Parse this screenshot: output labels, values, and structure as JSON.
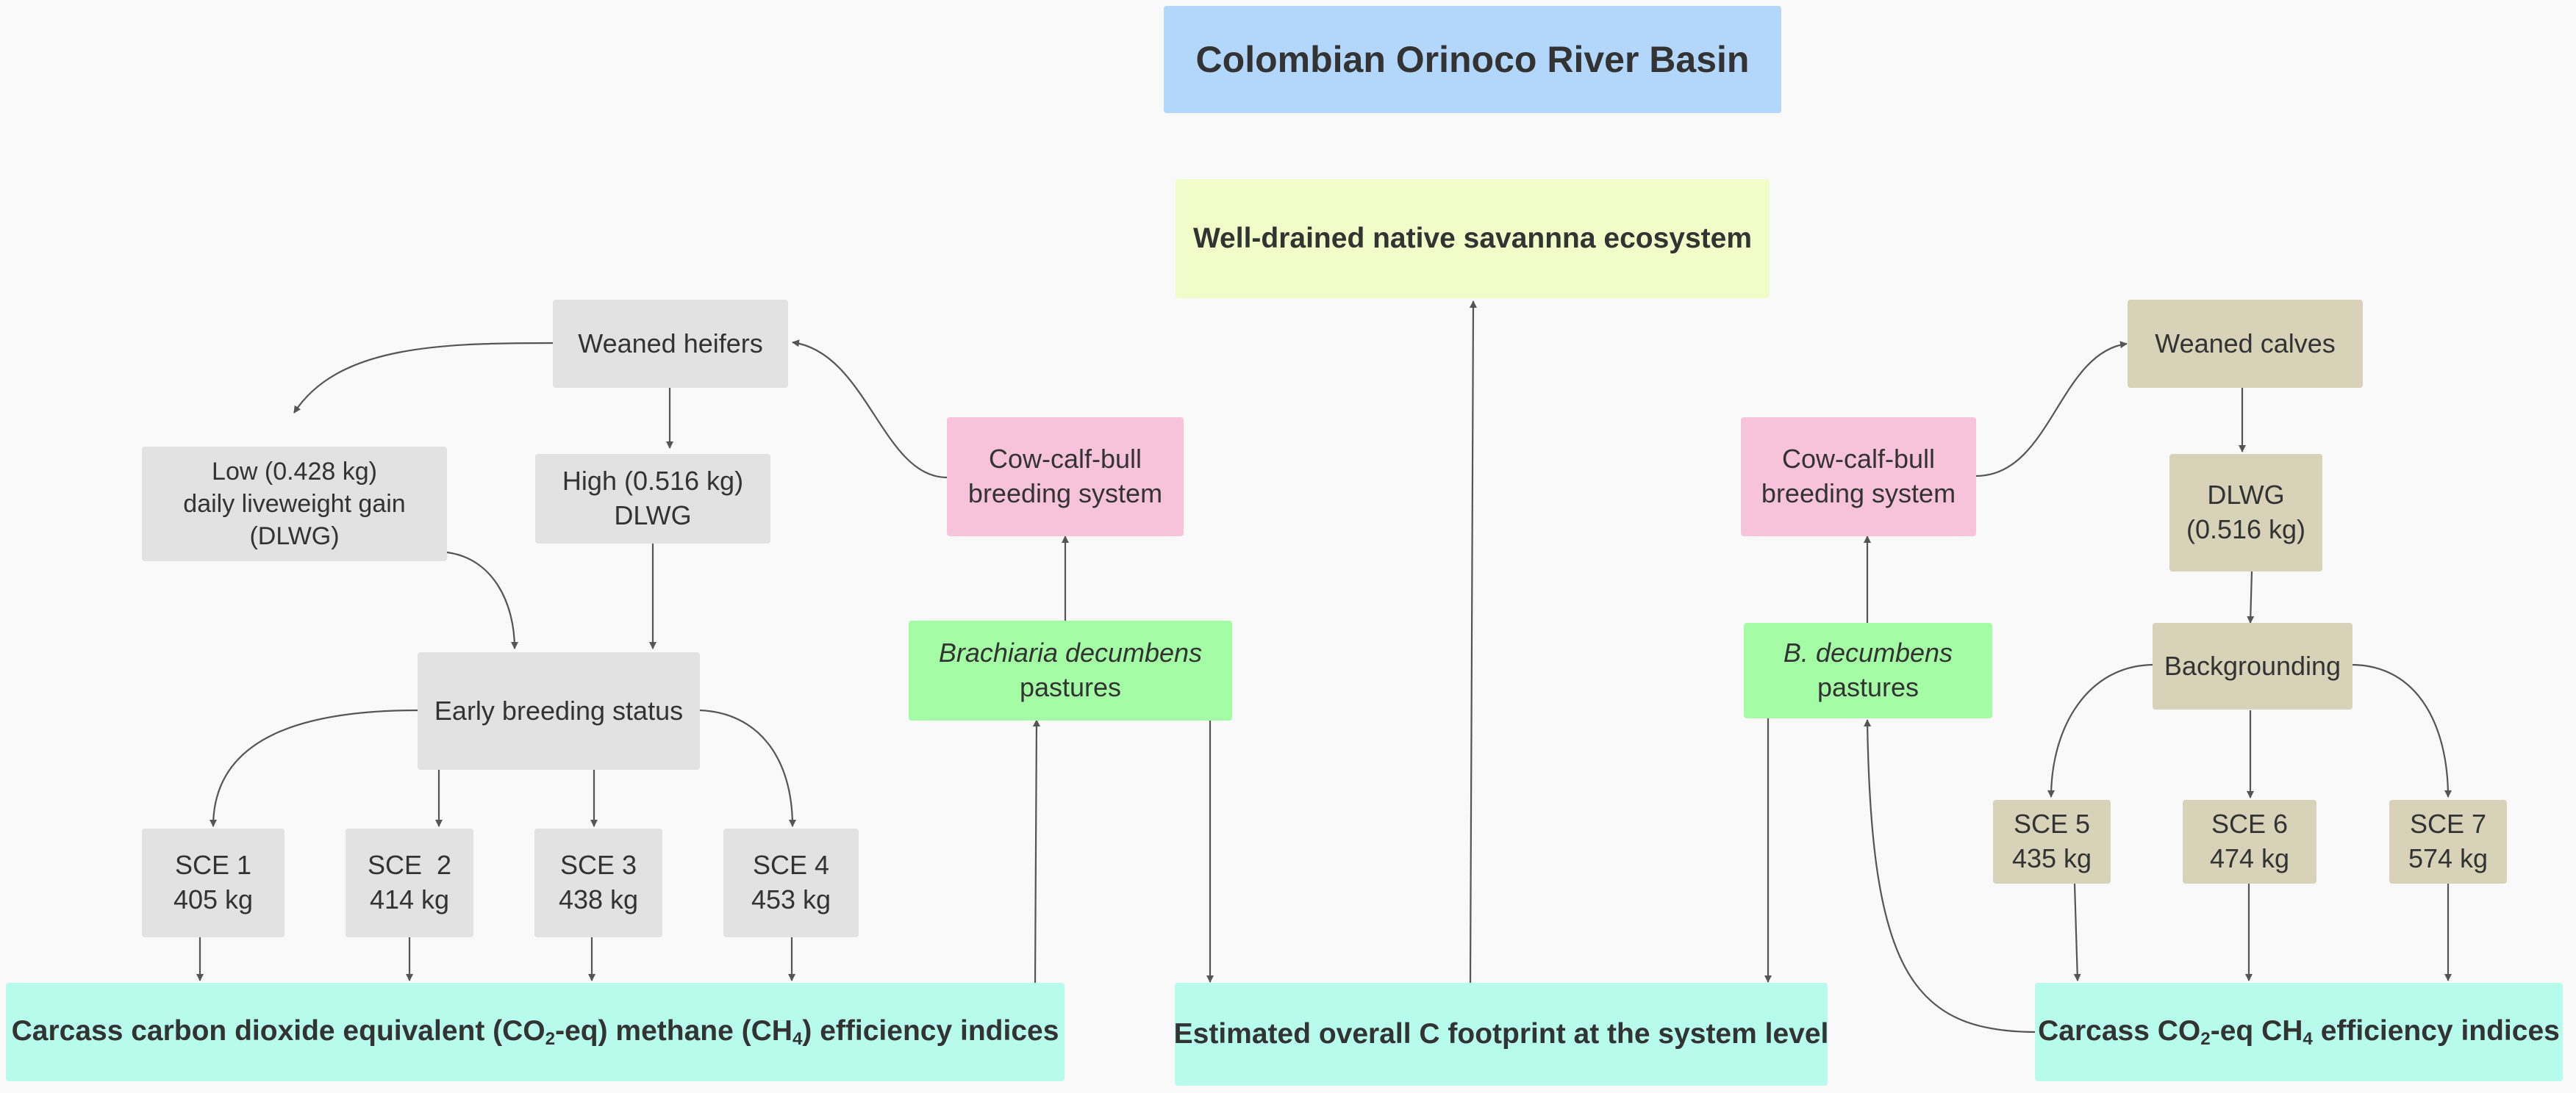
{
  "title": "Colombian Orinoco River Basin",
  "ecosystem": "Well-drained native savannna ecosystem",
  "left": {
    "weaned_heifers": "Weaned heifers",
    "low_dlwg": [
      "Low (0.428 kg)",
      "daily liveweight gain",
      "(DLWG)"
    ],
    "high_dlwg": [
      "High (0.516 kg)",
      "DLWG"
    ],
    "early_breeding": "Early breeding status",
    "scenarios": [
      {
        "name": "SCE 1",
        "value": "405 kg"
      },
      {
        "name": "SCE  2",
        "value": "414 kg"
      },
      {
        "name": "SCE 3",
        "value": "438 kg"
      },
      {
        "name": "SCE 4",
        "value": "453 kg"
      }
    ],
    "breeding_system": [
      "Cow-calf-bull",
      "breeding system"
    ],
    "pasture_species": "Brachiaria decumbens",
    "pasture_word": "pastures",
    "efficiency": {
      "pre": "Carcass carbon dioxide equivalent (CO",
      "sub1": "2",
      "mid": "-eq) methane (CH",
      "sub2": "4",
      "post": ") efficiency indices"
    }
  },
  "center": {
    "footprint": "Estimated overall C footprint at the system level"
  },
  "right": {
    "breeding_system": [
      "Cow-calf-bull",
      "breeding system"
    ],
    "pasture_species": "B. decumbens",
    "pasture_word": "pastures",
    "weaned_calves": "Weaned calves",
    "dlwg": [
      "DLWG",
      "(0.516 kg)"
    ],
    "backgrounding": "Backgrounding",
    "scenarios": [
      {
        "name": "SCE 5",
        "value": "435 kg"
      },
      {
        "name": "SCE 6",
        "value": "474 kg"
      },
      {
        "name": "SCE 7",
        "value": "574 kg"
      }
    ],
    "efficiency": {
      "pre": "Carcass CO",
      "sub1": "2",
      "mid": "-eq CH",
      "sub2": "4",
      "post": " efficiency indices"
    }
  }
}
